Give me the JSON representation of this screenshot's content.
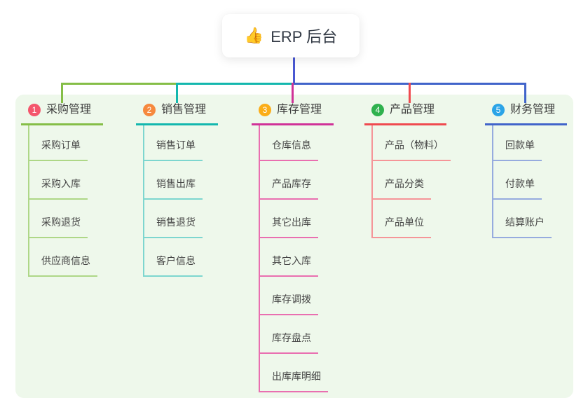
{
  "root": {
    "icon": "👍",
    "label": "ERP 后台",
    "stem_color": "#4A58D2"
  },
  "panel": {
    "bg": "#EEF8EB"
  },
  "text_colors": {
    "title": "#3d3d3d",
    "child": "#464646",
    "root": "#333a45"
  },
  "branches": [
    {
      "number": "1",
      "title": "采购管理",
      "badge_color": "#F4566C",
      "line_color": "#85BE47",
      "light_color": "#AED787",
      "children": [
        "采购订单",
        "采购入库",
        "采购退货",
        "供应商信息"
      ]
    },
    {
      "number": "2",
      "title": "销售管理",
      "badge_color": "#F6893E",
      "line_color": "#13B7AE",
      "light_color": "#7DD6CF",
      "children": [
        "销售订单",
        "销售出库",
        "销售退货",
        "客户信息"
      ]
    },
    {
      "number": "3",
      "title": "库存管理",
      "badge_color": "#FBAD18",
      "line_color": "#D03298",
      "light_color": "#E96FB0",
      "children": [
        "仓库信息",
        "产品库存",
        "其它出库",
        "其它入库",
        "库存调拨",
        "库存盘点",
        "出库库明细"
      ]
    },
    {
      "number": "4",
      "title": "产品管理",
      "badge_color": "#2FB14E",
      "line_color": "#EF4A4F",
      "light_color": "#F59598",
      "children": [
        "产品（物料）",
        "产品分类",
        "产品单位"
      ]
    },
    {
      "number": "5",
      "title": "财务管理",
      "badge_color": "#2BA4E7",
      "line_color": "#4164CA",
      "light_color": "#96ABDE",
      "children": [
        "回款单",
        "付款单",
        "结算账户"
      ]
    }
  ]
}
